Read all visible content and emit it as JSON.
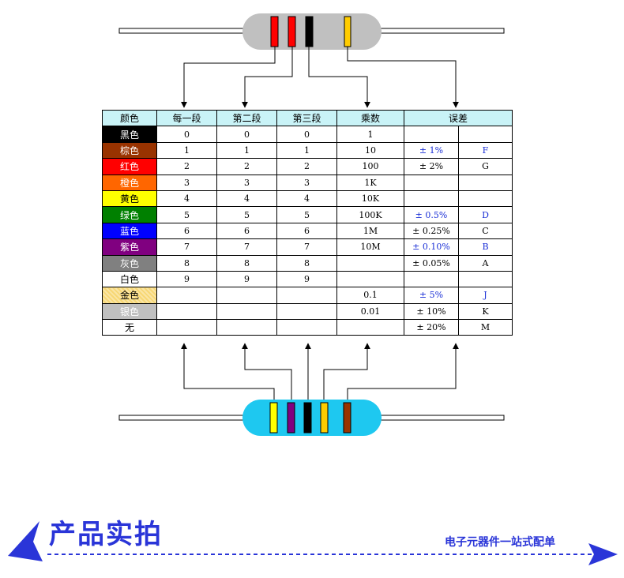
{
  "table": {
    "headers": [
      "颜色",
      "每一段",
      "第二段",
      "第三段",
      "乘数",
      "误差"
    ],
    "rows": [
      {
        "color_name": "黑色",
        "swatch": "#000000",
        "text_color": "#ffffff",
        "d1": "0",
        "d2": "0",
        "d3": "0",
        "mult": "1",
        "tol": "",
        "code": ""
      },
      {
        "color_name": "棕色",
        "swatch": "#993300",
        "text_color": "#ffffff",
        "d1": "1",
        "d2": "1",
        "d3": "1",
        "mult": "10",
        "tol": "± 1%",
        "code": "F",
        "blue": true
      },
      {
        "color_name": "红色",
        "swatch": "#ff0000",
        "text_color": "#ffffff",
        "d1": "2",
        "d2": "2",
        "d3": "2",
        "mult": "100",
        "tol": "± 2%",
        "code": "G"
      },
      {
        "color_name": "橙色",
        "swatch": "#ff6600",
        "text_color": "#ffffff",
        "d1": "3",
        "d2": "3",
        "d3": "3",
        "mult": "1K",
        "tol": "",
        "code": ""
      },
      {
        "color_name": "黄色",
        "swatch": "#ffff00",
        "text_color": "#000000",
        "d1": "4",
        "d2": "4",
        "d3": "4",
        "mult": "10K",
        "tol": "",
        "code": ""
      },
      {
        "color_name": "绿色",
        "swatch": "#008000",
        "text_color": "#ffffff",
        "d1": "5",
        "d2": "5",
        "d3": "5",
        "mult": "100K",
        "tol": "± 0.5%",
        "code": "D",
        "blue": true
      },
      {
        "color_name": "蓝色",
        "swatch": "#0000ff",
        "text_color": "#ffffff",
        "d1": "6",
        "d2": "6",
        "d3": "6",
        "mult": "1M",
        "tol": "± 0.25%",
        "code": "C"
      },
      {
        "color_name": "紫色",
        "swatch": "#800080",
        "text_color": "#ffffff",
        "d1": "7",
        "d2": "7",
        "d3": "7",
        "mult": "10M",
        "tol": "± 0.10%",
        "code": "B",
        "blue": true
      },
      {
        "color_name": "灰色",
        "swatch": "#808080",
        "text_color": "#ffffff",
        "d1": "8",
        "d2": "8",
        "d3": "8",
        "mult": "",
        "tol": "± 0.05%",
        "code": "A"
      },
      {
        "color_name": "白色",
        "swatch": "#ffffff",
        "text_color": "#000000",
        "d1": "9",
        "d2": "9",
        "d3": "9",
        "mult": "",
        "tol": "",
        "code": ""
      },
      {
        "color_name": "金色",
        "swatch": "#f7d774",
        "text_color": "#000000",
        "d1": "",
        "d2": "",
        "d3": "",
        "mult": "0.1",
        "tol": "± 5%",
        "code": "J",
        "blue": true,
        "pattern": true
      },
      {
        "color_name": "银色",
        "swatch": "#c0c0c0",
        "text_color": "#ffffff",
        "d1": "",
        "d2": "",
        "d3": "",
        "mult": "0.01",
        "tol": "± 10%",
        "code": "K"
      },
      {
        "color_name": "无",
        "swatch": "#ffffff",
        "text_color": "#000000",
        "d1": "",
        "d2": "",
        "d3": "",
        "mult": "",
        "tol": "± 20%",
        "code": "M"
      }
    ]
  },
  "resistor_top": {
    "body_color": "#c0c0c0",
    "bands": [
      "#ff0000",
      "#ff0000",
      "#000000",
      "#ffcc00"
    ]
  },
  "resistor_bottom": {
    "body_color": "#1ec8f0",
    "bands": [
      "#ffff00",
      "#800080",
      "#000000",
      "#ffcc00",
      "#993300"
    ]
  },
  "banner": {
    "title": "产品实拍",
    "subtitle": "电子元器件一站式配单",
    "accent_color": "#2a35d8"
  }
}
